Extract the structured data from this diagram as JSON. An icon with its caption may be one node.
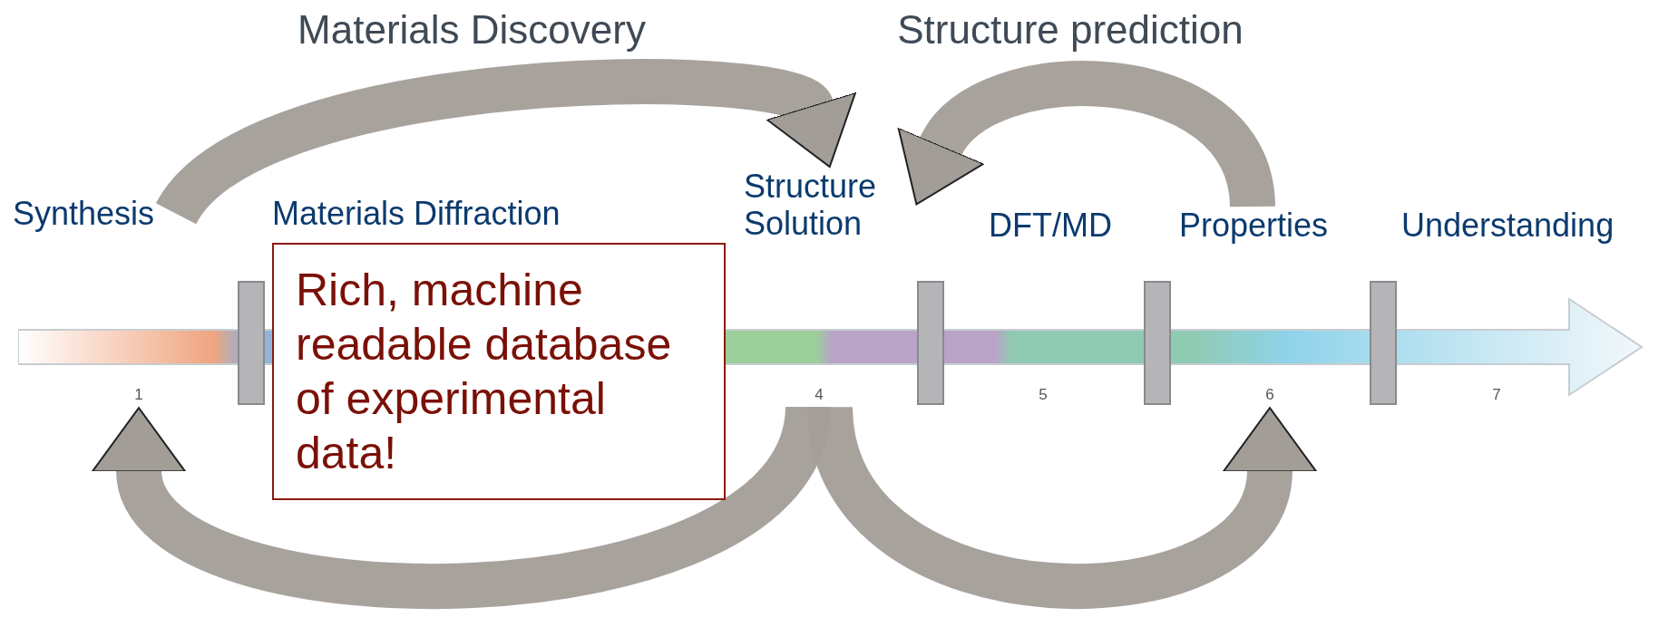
{
  "diagram": {
    "nodes": [
      {
        "text": [
          "Synthesis"
        ]
      },
      {
        "text": [
          "Materials Diffraction"
        ]
      },
      {
        "text": [
          "Structure Solution"
        ]
      },
      {
        "text": [
          "DFT/MD"
        ]
      },
      {
        "text": [
          "Properties"
        ]
      },
      {
        "text": [
          "Understanding"
        ]
      },
      {
        "text": [
          "1"
        ]
      },
      {
        "text": [
          "4"
        ]
      },
      {
        "text": [
          "5"
        ]
      },
      {
        "text": [
          "6"
        ]
      },
      {
        "text": [
          "7"
        ]
      },
      {
        "text": [
          "Rich, machine readable database of experimental data!"
        ]
      }
    ],
    "edges": [
      {
        "from": 0,
        "to": 2,
        "arrow": "to"
      },
      {
        "from": 4,
        "to": 2,
        "arrow": "to"
      },
      {
        "from": 7,
        "to": 6,
        "arrow": "to"
      },
      {
        "from": 7,
        "to": 9,
        "arrow": "to"
      }
    ],
    "labels": [
      "Materials Discovery",
      "Structure prediction"
    ]
  }
}
